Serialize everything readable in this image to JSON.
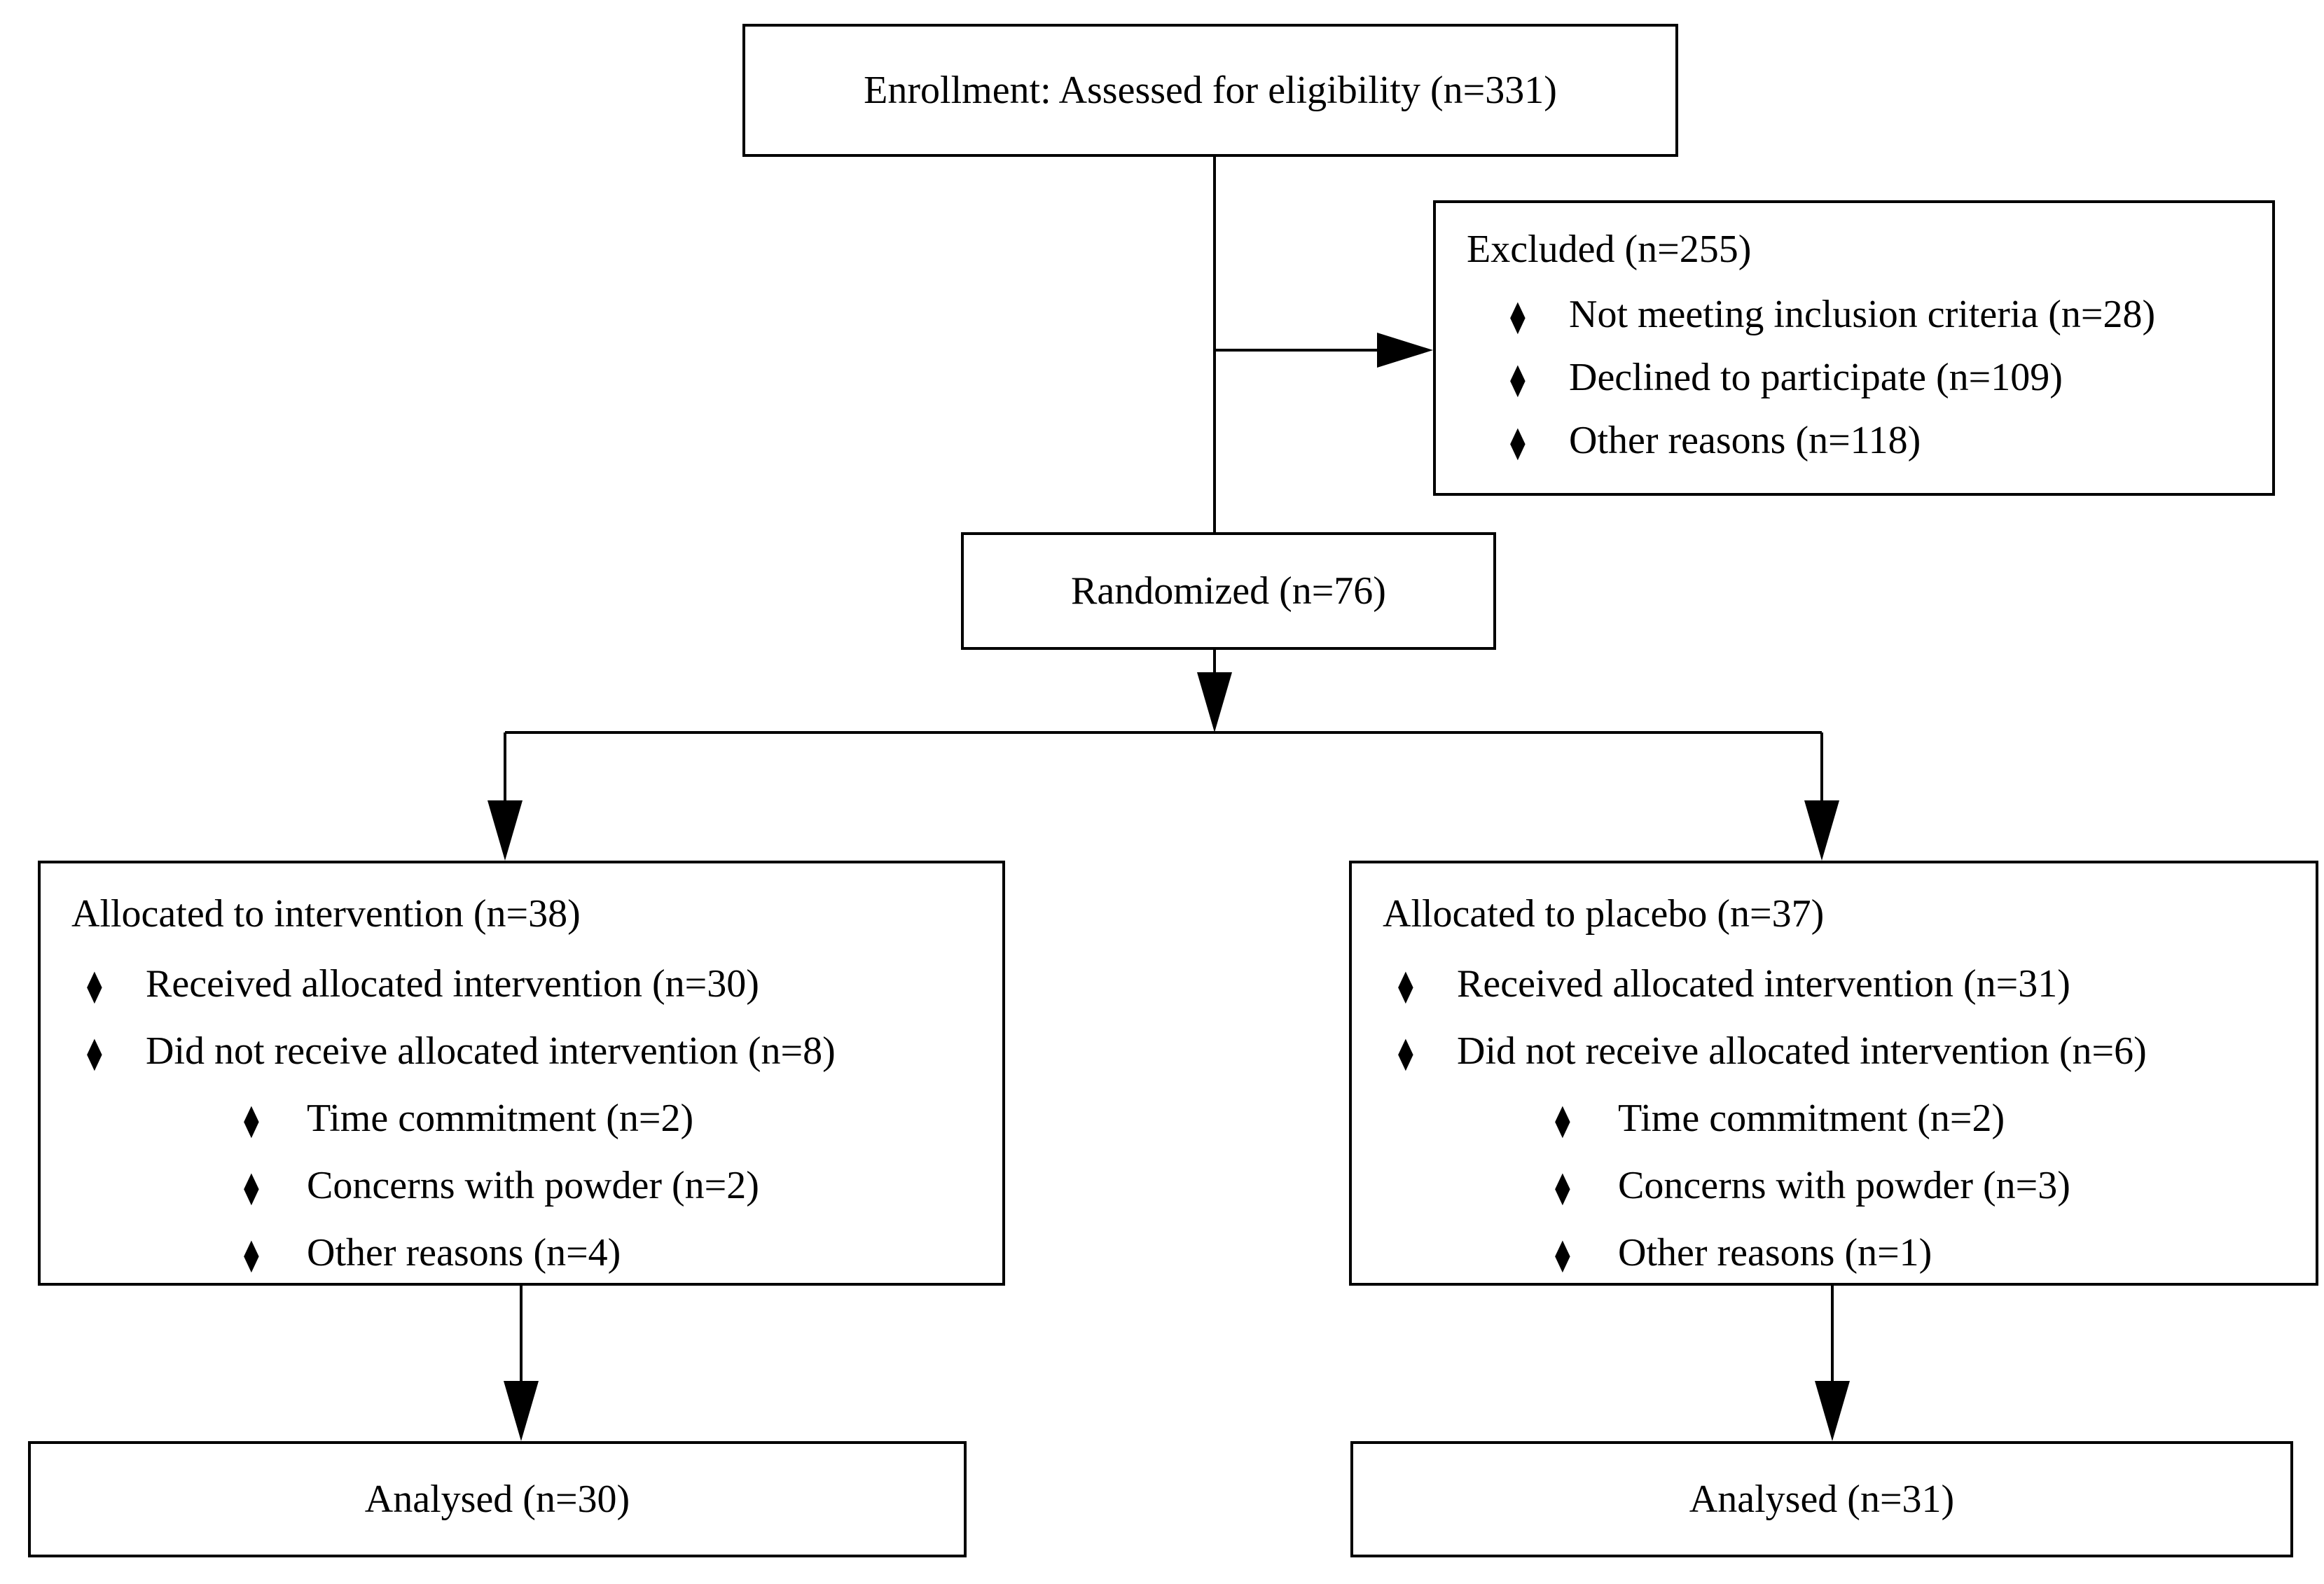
{
  "flow": {
    "bullet": "⧫",
    "enrollment": {
      "label": "Enrollment: Assessed for eligibility (n=331)"
    },
    "excluded": {
      "title": "Excluded (n=255)",
      "items": [
        "Not meeting inclusion criteria (n=28)",
        "Declined to participate (n=109)",
        "Other reasons (n=118)"
      ]
    },
    "randomized": {
      "label": "Randomized (n=76)"
    },
    "intervention": {
      "title": "Allocated to intervention (n=38)",
      "items": [
        "Received allocated intervention (n=30)",
        "Did not receive allocated intervention (n=8)",
        "Time commitment (n=2)",
        "Concerns with powder (n=2)",
        "Other reasons (n=4)"
      ]
    },
    "placebo": {
      "title": "Allocated to placebo (n=37)",
      "items": [
        "Received allocated intervention (n=31)",
        "Did not receive allocated intervention (n=6)",
        "Time commitment (n=2)",
        "Concerns with powder (n=3)",
        "Other reasons (n=1)"
      ]
    },
    "analysed_intervention": {
      "label": "Analysed (n=30)"
    },
    "analysed_placebo": {
      "label": "Analysed (n=31)"
    }
  },
  "colors": {
    "line": "#000000",
    "text": "#000000",
    "box_fill": "#ffffff",
    "background": "#ffffff"
  }
}
